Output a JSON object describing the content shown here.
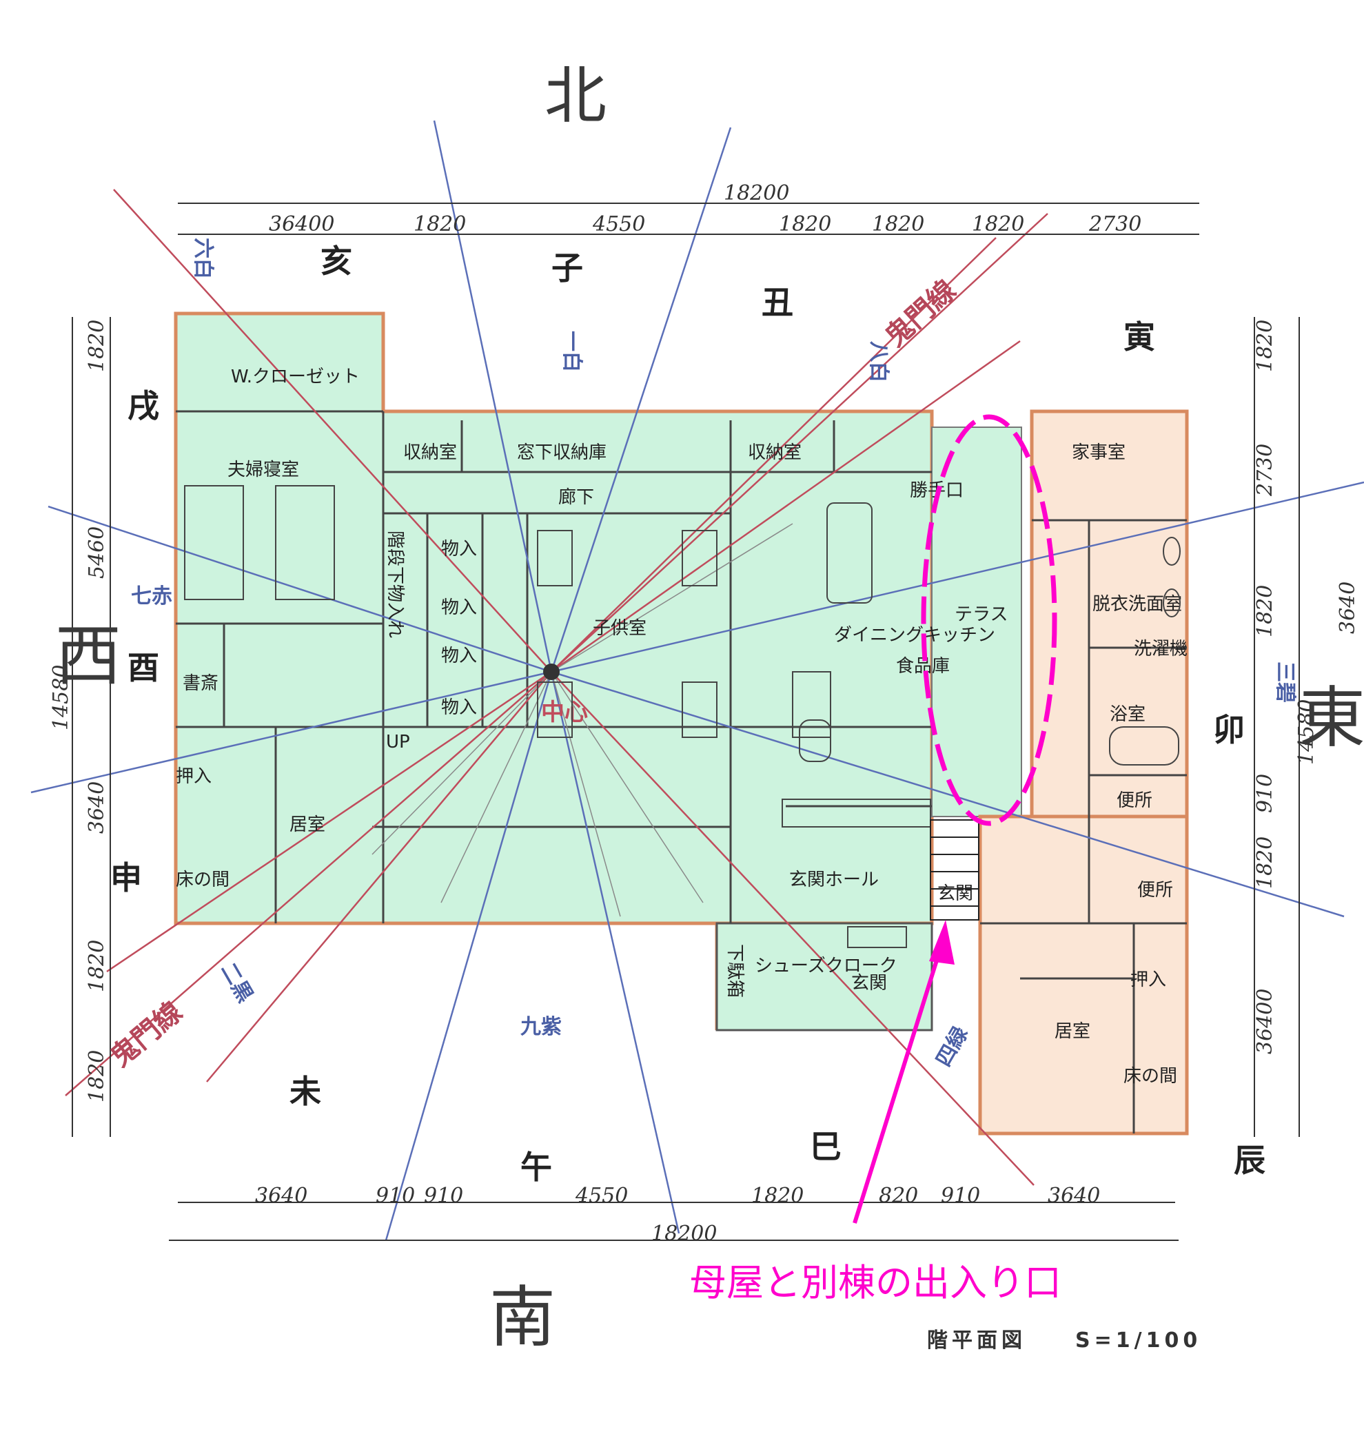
{
  "directions": {
    "north": "北",
    "south": "南",
    "east": "東",
    "west": "西"
  },
  "zodiac": {
    "ne1": "子",
    "ne2": "丑",
    "ne3": "寅",
    "e": "卯",
    "se": "辰",
    "s_e": "巳",
    "s": "午",
    "s_w": "未",
    "sw": "申",
    "w": "酉",
    "nw": "戌",
    "nw2": "亥"
  },
  "stars": {
    "n": "一白",
    "ne": "八白",
    "e": "三碧",
    "se": "四緑",
    "s": "九紫",
    "sw": "二黒",
    "w": "七赤",
    "nw": "六白"
  },
  "kimon": {
    "upper": "鬼門線",
    "lower": "鬼門線"
  },
  "center": "中心",
  "dimensions": {
    "top_total": "18200",
    "top": [
      "36400",
      "1820",
      "4550",
      "1820",
      "1820",
      "1820",
      "2730"
    ],
    "bottom": [
      "3640",
      "910",
      "910",
      "4550",
      "1820",
      "820",
      "910",
      "3640"
    ],
    "bottom_total": "18200",
    "left_total": "14580",
    "left": [
      "1820",
      "5460",
      "3640",
      "1820",
      "1820"
    ],
    "right_total": "14580",
    "right": [
      "1820",
      "2730",
      "1820",
      "910",
      "1820",
      "36400"
    ],
    "right_outer": "3640"
  },
  "rooms": {
    "wcloset": "W.クローゼット",
    "master": "夫婦寝室",
    "study": "書斎",
    "oshiire_w": "押入",
    "tokonoma_w": "床の間",
    "living_w": "居室",
    "storage1": "収納室",
    "underwindow": "窓下収納庫",
    "storage2": "収納室",
    "hall_up": "廊下",
    "stair_storage": "階段下物入れ",
    "closets": [
      "物入",
      "物入",
      "物入",
      "物入"
    ],
    "up": "UP",
    "kids": "子供室",
    "dining": "ダイニングキッチン",
    "kitchen_back": "勝手口",
    "pantry": "食品庫",
    "entrance_hall": "玄関ホール",
    "getabako": "下駄箱",
    "shoes": "シューズクローク",
    "genkan": "玄関",
    "terrace": "テラス",
    "kaji": "家事室",
    "dressing": "脱衣洗面室",
    "laundry": "洗濯機",
    "bath": "浴室",
    "wc1": "便所",
    "wc2": "便所",
    "bekkan_genkan": "玄関",
    "oshiire_e": "押入",
    "living_e": "居室",
    "tokonoma_e": "床の間"
  },
  "annotation": "母屋と別棟の出入り口",
  "caption": {
    "title": "階平面図",
    "scale": "S=1/100"
  },
  "colors": {
    "main": "#cdf3de",
    "annex": "#fbe6d6",
    "wall_outline": "#d88a5f",
    "blue_line": "#5b6fb8",
    "red_line": "#c04c5c",
    "pink": "#ff00cc"
  }
}
